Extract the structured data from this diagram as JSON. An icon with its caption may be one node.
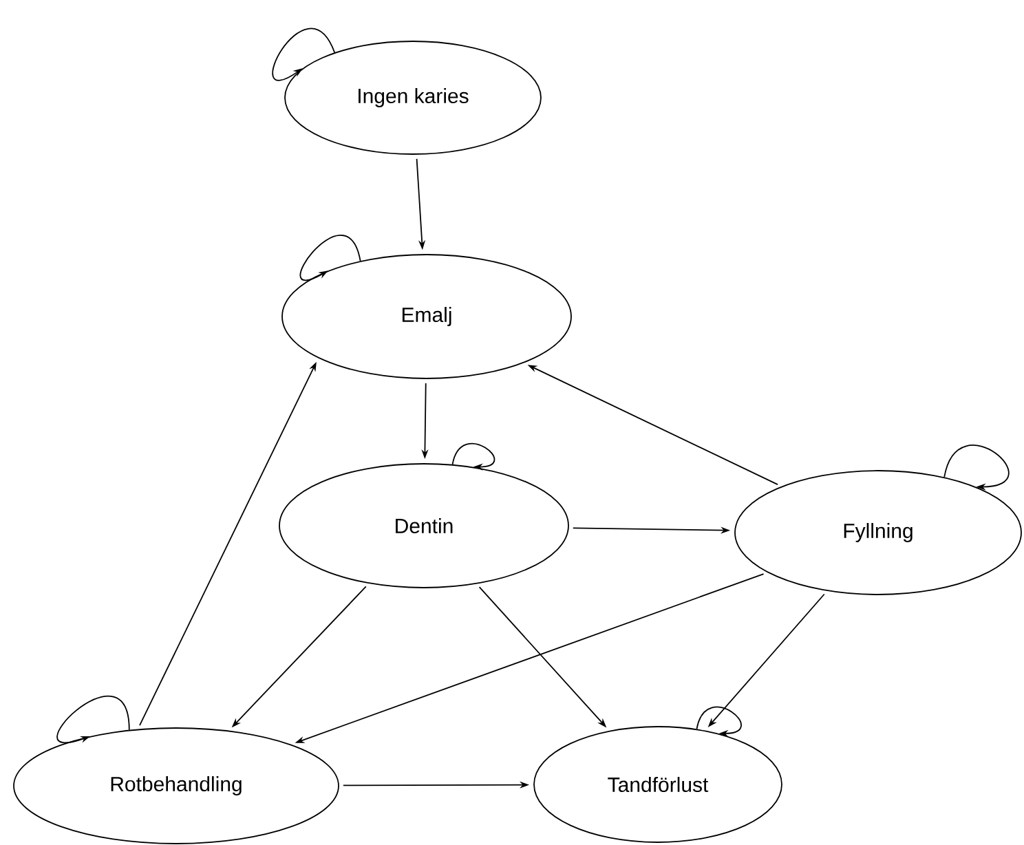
{
  "diagram": {
    "nodes": [
      {
        "text": [
          "Ingen karies"
        ]
      },
      {
        "text": [
          "Emalj"
        ]
      },
      {
        "text": [
          "Dentin"
        ]
      },
      {
        "text": [
          "Fyllning"
        ]
      },
      {
        "text": [
          "Rotbehandling"
        ]
      },
      {
        "text": [
          "Tandförlust"
        ]
      }
    ],
    "edges": [
      {
        "from": 0,
        "to": 0,
        "arrow": "to"
      },
      {
        "from": 0,
        "to": 1,
        "arrow": "to"
      },
      {
        "from": 1,
        "to": 1,
        "arrow": "to"
      },
      {
        "from": 1,
        "to": 2,
        "arrow": "to"
      },
      {
        "from": 2,
        "to": 2,
        "arrow": "to"
      },
      {
        "from": 2,
        "to": 3,
        "arrow": "to"
      },
      {
        "from": 3,
        "to": 3,
        "arrow": "to"
      },
      {
        "from": 3,
        "to": 1,
        "arrow": "to"
      },
      {
        "from": 2,
        "to": 4,
        "arrow": "to"
      },
      {
        "from": 2,
        "to": 5,
        "arrow": "to"
      },
      {
        "from": 3,
        "to": 4,
        "arrow": "to"
      },
      {
        "from": 3,
        "to": 5,
        "arrow": "to"
      },
      {
        "from": 4,
        "to": 4,
        "arrow": "to"
      },
      {
        "from": 4,
        "to": 1,
        "arrow": "to"
      },
      {
        "from": 4,
        "to": 5,
        "arrow": "to"
      },
      {
        "from": 5,
        "to": 5,
        "arrow": "to"
      }
    ]
  }
}
